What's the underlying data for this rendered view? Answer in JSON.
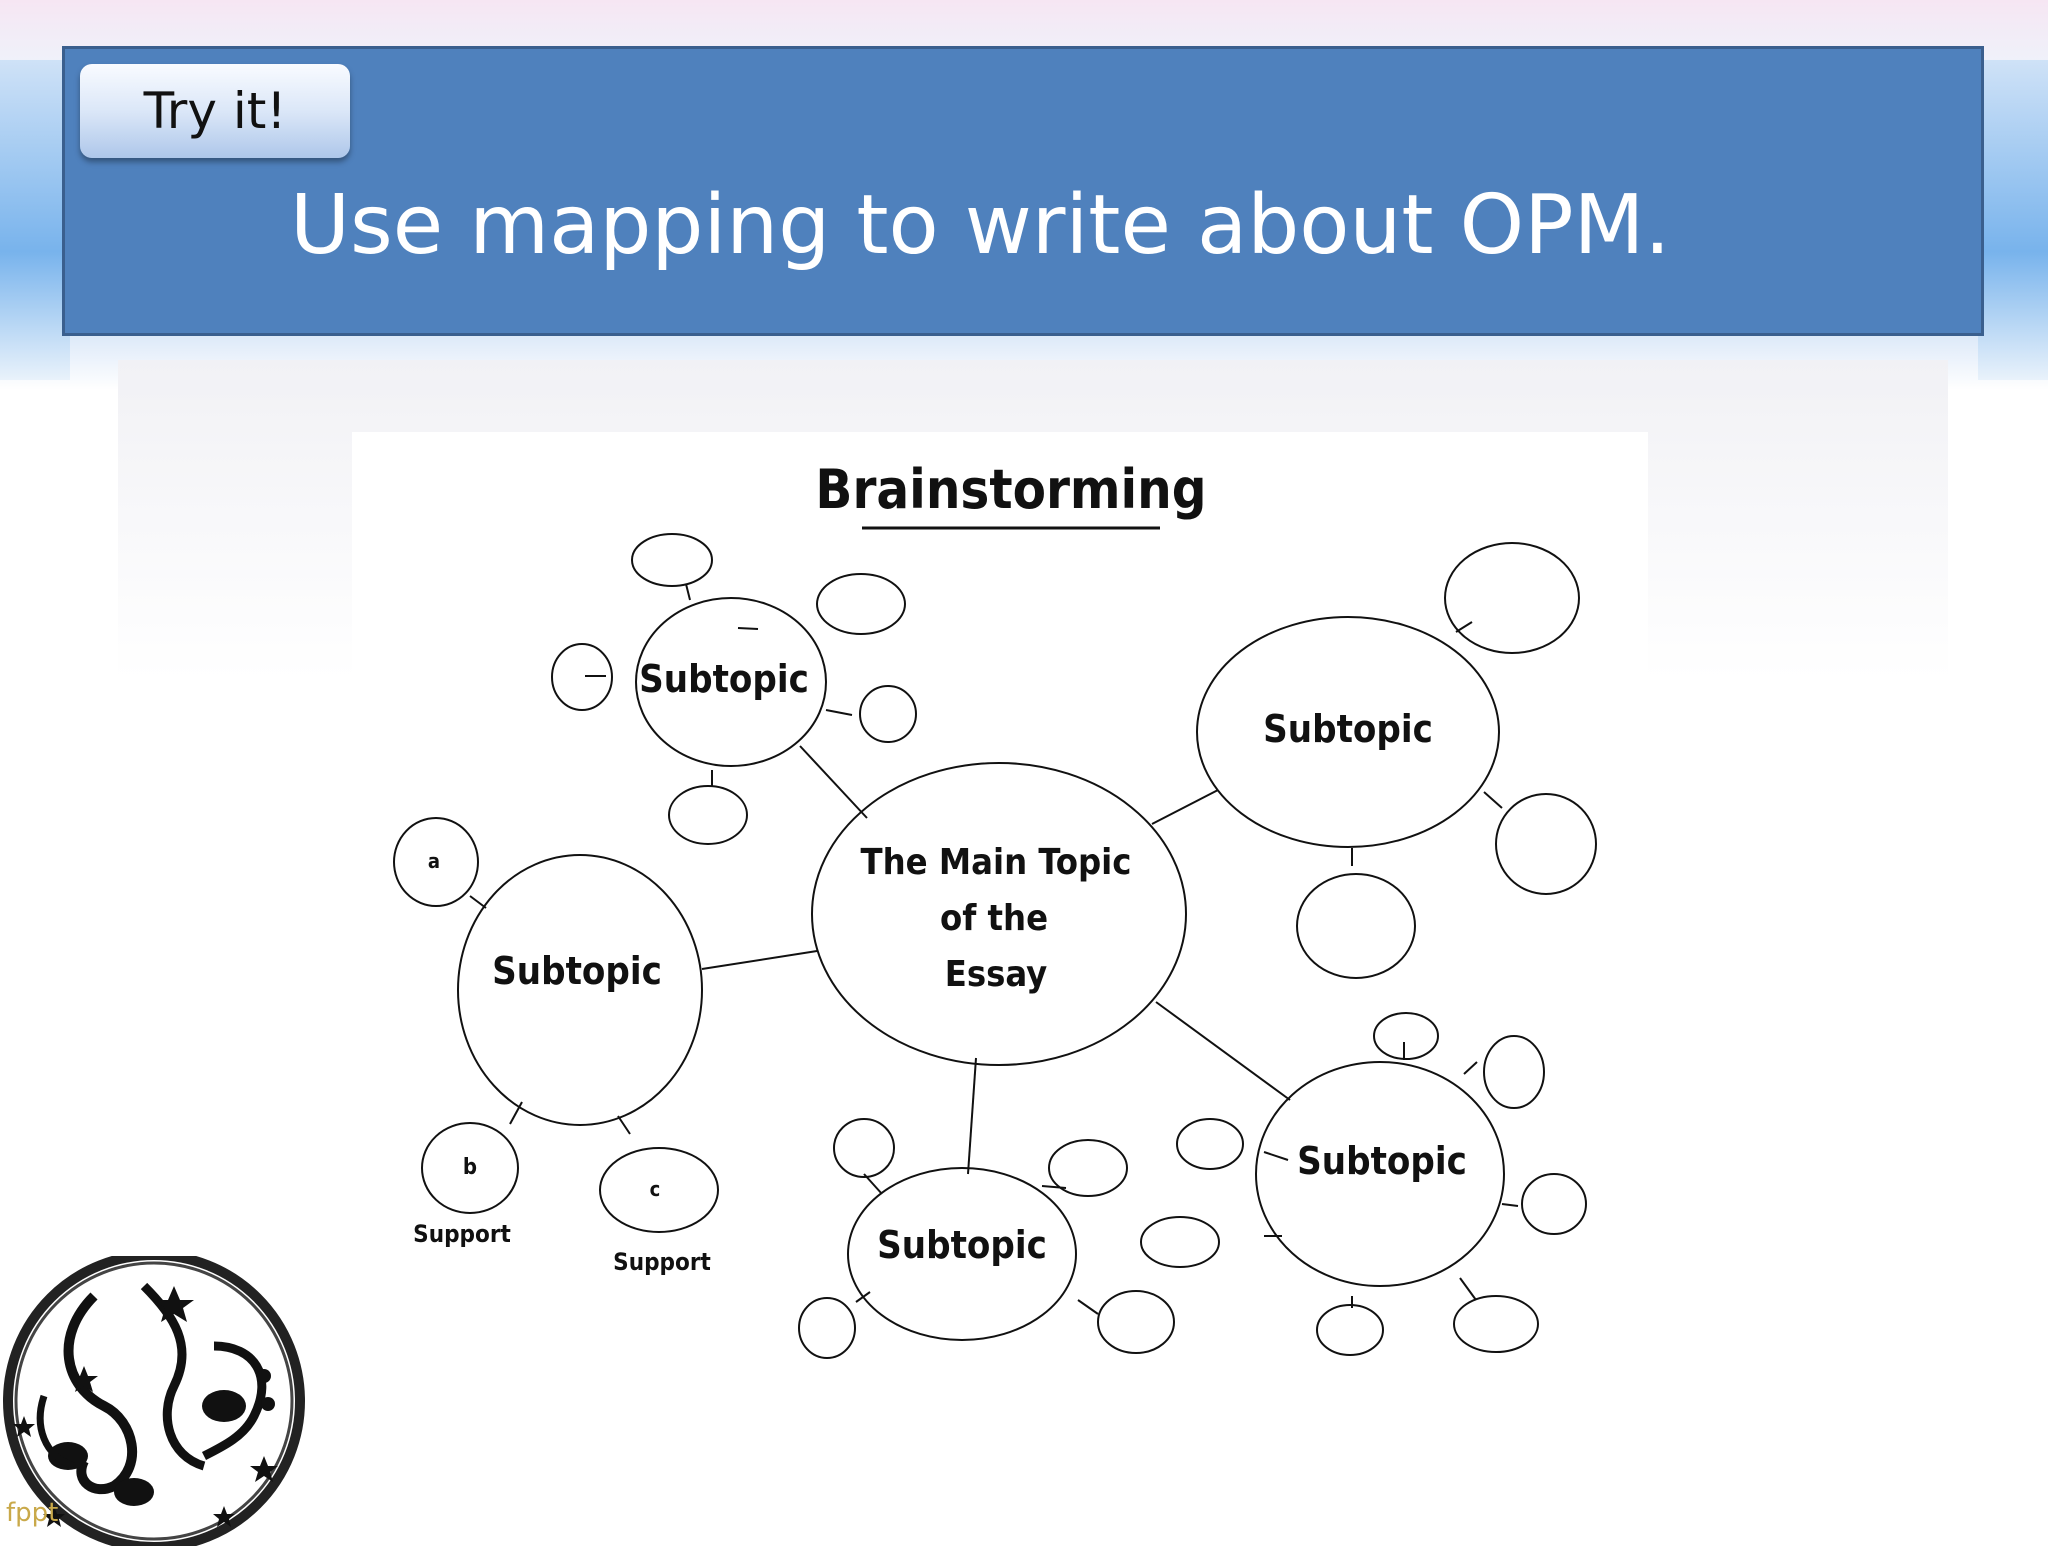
{
  "header": {
    "tab_label": "Try it!",
    "title": "Use mapping to write about OPM."
  },
  "diagram": {
    "title": "Brainstorming",
    "main_topic": [
      "The Main Topic",
      "of the",
      "Essay"
    ],
    "subtopic_label": "Subtopic",
    "support_labels": {
      "a": "a",
      "b": "b",
      "c": "c",
      "support": "Support"
    }
  },
  "logo": {
    "caption": "fppt"
  }
}
